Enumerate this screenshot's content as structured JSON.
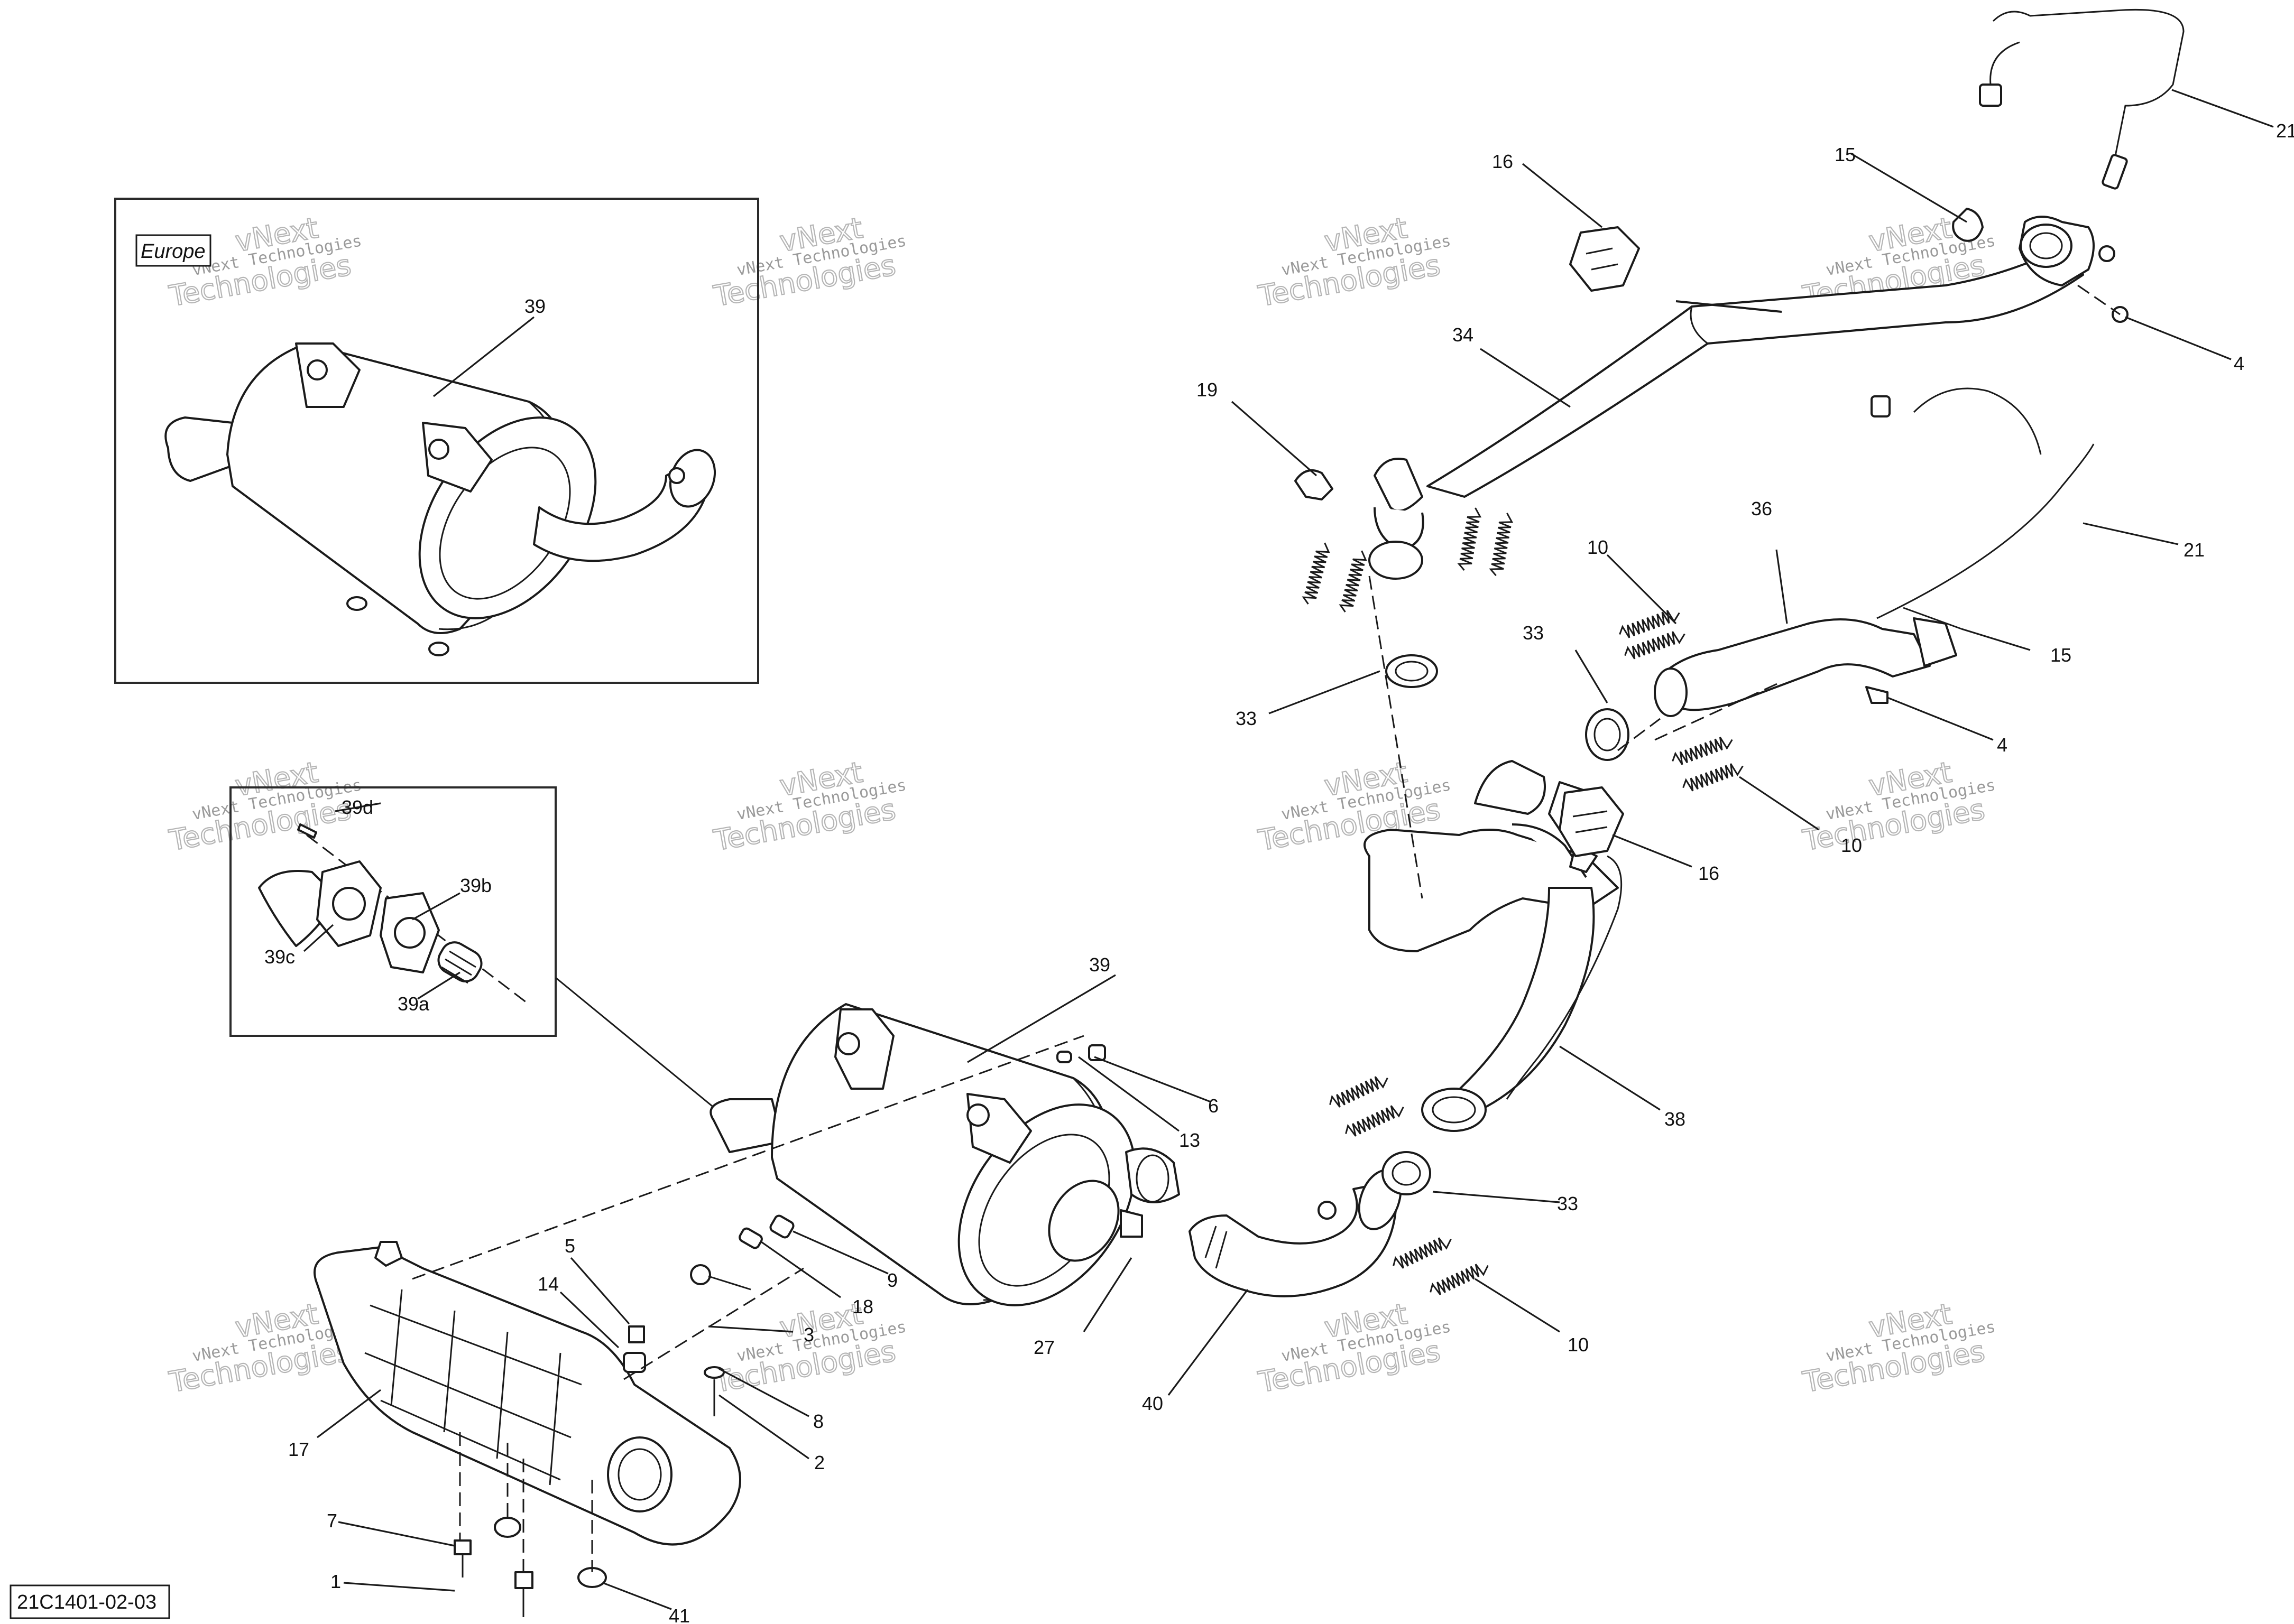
{
  "diagram": {
    "figure_code": "21C1401-02-03",
    "region_label": "Europe",
    "watermark": {
      "line1": "vNext Technologies",
      "line2": "vNext",
      "line3": "Technologies"
    },
    "callouts": [
      {
        "id": "c-21-top",
        "text": "21"
      },
      {
        "id": "c-15-top",
        "text": "15"
      },
      {
        "id": "c-16-top",
        "text": "16"
      },
      {
        "id": "c-4-top",
        "text": "4"
      },
      {
        "id": "c-34",
        "text": "34"
      },
      {
        "id": "c-19",
        "text": "19"
      },
      {
        "id": "c-21-mid",
        "text": "21"
      },
      {
        "id": "c-36",
        "text": "36"
      },
      {
        "id": "c-10-a",
        "text": "10"
      },
      {
        "id": "c-15-mid",
        "text": "15"
      },
      {
        "id": "c-33-a",
        "text": "33"
      },
      {
        "id": "c-33-b",
        "text": "33"
      },
      {
        "id": "c-4-mid",
        "text": "4"
      },
      {
        "id": "c-10-b",
        "text": "10"
      },
      {
        "id": "c-16-mid",
        "text": "16"
      },
      {
        "id": "c-39-europe",
        "text": "39"
      },
      {
        "id": "c-39d",
        "text": "39d"
      },
      {
        "id": "c-39b",
        "text": "39b"
      },
      {
        "id": "c-39c",
        "text": "39c"
      },
      {
        "id": "c-39a",
        "text": "39a"
      },
      {
        "id": "c-39",
        "text": "39"
      },
      {
        "id": "c-6",
        "text": "6"
      },
      {
        "id": "c-13",
        "text": "13"
      },
      {
        "id": "c-38",
        "text": "38"
      },
      {
        "id": "c-33-c",
        "text": "33"
      },
      {
        "id": "c-9",
        "text": "9"
      },
      {
        "id": "c-18",
        "text": "18"
      },
      {
        "id": "c-5",
        "text": "5"
      },
      {
        "id": "c-14",
        "text": "14"
      },
      {
        "id": "c-3",
        "text": "3"
      },
      {
        "id": "c-27",
        "text": "27"
      },
      {
        "id": "c-40",
        "text": "40"
      },
      {
        "id": "c-10-c",
        "text": "10"
      },
      {
        "id": "c-8",
        "text": "8"
      },
      {
        "id": "c-2",
        "text": "2"
      },
      {
        "id": "c-17",
        "text": "17"
      },
      {
        "id": "c-7",
        "text": "7"
      },
      {
        "id": "c-1",
        "text": "1"
      },
      {
        "id": "c-41",
        "text": "41"
      }
    ]
  }
}
